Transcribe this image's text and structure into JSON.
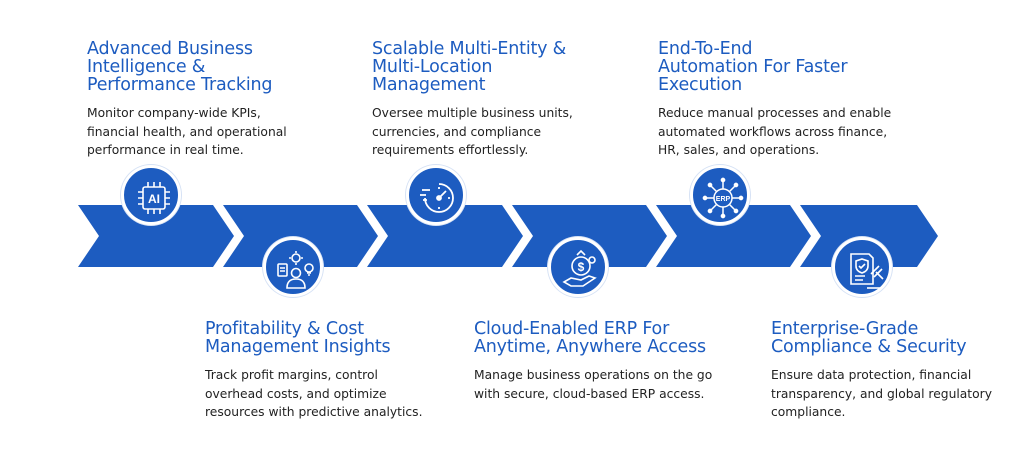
{
  "colors": {
    "brand_blue": "#1d5cc0",
    "text": "#222222",
    "background": "#ffffff"
  },
  "steps": [
    {
      "title": "Advanced Business Intelligence & Performance Tracking",
      "title_lines": [
        "Advanced Business",
        "Intelligence &",
        "Performance Tracking"
      ],
      "desc_lines": [
        "Monitor company-wide KPIs,",
        "financial health, and operational",
        "performance in real time."
      ],
      "icon": "ai-chip-icon",
      "icon_text": "AI"
    },
    {
      "title": "Profitability & Cost Management Insights",
      "title_lines": [
        "Profitability & Cost",
        "Management Insights"
      ],
      "desc_lines": [
        "Track profit margins, control",
        "overhead costs, and optimize",
        "resources with predictive analytics."
      ],
      "icon": "manager-insights-icon"
    },
    {
      "title": "Scalable Multi-Entity & Multi-Location Management",
      "title_lines": [
        "Scalable Multi-Entity &",
        "Multi-Location",
        "Management"
      ],
      "desc_lines": [
        "Oversee multiple business units,",
        "currencies, and compliance",
        "requirements effortlessly."
      ],
      "icon": "speed-gauge-icon"
    },
    {
      "title": "Cloud-Enabled ERP For Anytime, Anywhere Access",
      "title_lines": [
        "Cloud-Enabled ERP For",
        "Anytime, Anywhere Access"
      ],
      "desc_lines": [
        "Manage business operations on the go",
        "with secure, cloud-based ERP access."
      ],
      "icon": "money-hand-icon"
    },
    {
      "title": "End-To-End Automation For Faster Execution",
      "title_lines": [
        "End-To-End",
        "Automation For Faster",
        "Execution"
      ],
      "desc_lines": [
        "Reduce manual processes and enable",
        "automated workflows across finance,",
        "HR, sales, and operations."
      ],
      "icon": "erp-network-icon",
      "icon_text": "ERP"
    },
    {
      "title": "Enterprise-Grade Compliance & Security",
      "title_lines": [
        "Enterprise-Grade",
        "Compliance & Security"
      ],
      "desc_lines": [
        "Ensure data protection, financial",
        "transparency, and global regulatory",
        "compliance."
      ],
      "icon": "legal-shield-icon"
    }
  ]
}
